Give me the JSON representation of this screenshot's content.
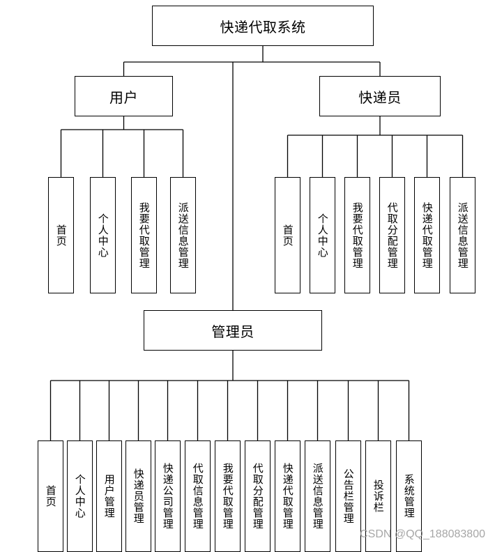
{
  "root": {
    "label": "快递代取系统"
  },
  "branches": [
    {
      "id": "user",
      "label": "用户",
      "children": [
        "首页",
        "个人中心",
        "我要代取管理",
        "派送信息管理"
      ]
    },
    {
      "id": "courier",
      "label": "快递员",
      "children": [
        "首页",
        "个人中心",
        "我要代取管理",
        "代取分配管理",
        "快递代取管理",
        "派送信息管理"
      ]
    },
    {
      "id": "admin",
      "label": "管理员",
      "children": [
        "首页",
        "个人中心",
        "用户管理",
        "快递员管理",
        "快递公司管理",
        "代取信息管理",
        "我要代取管理",
        "代取分配管理",
        "快递代取管理",
        "派送信息管理",
        "公告栏管理",
        "投诉栏",
        "系统管理"
      ]
    }
  ],
  "watermark": "CSDN @QQ_188083800",
  "colors": {
    "line": "#000000",
    "box_border": "#000000",
    "watermark": "#969696"
  }
}
